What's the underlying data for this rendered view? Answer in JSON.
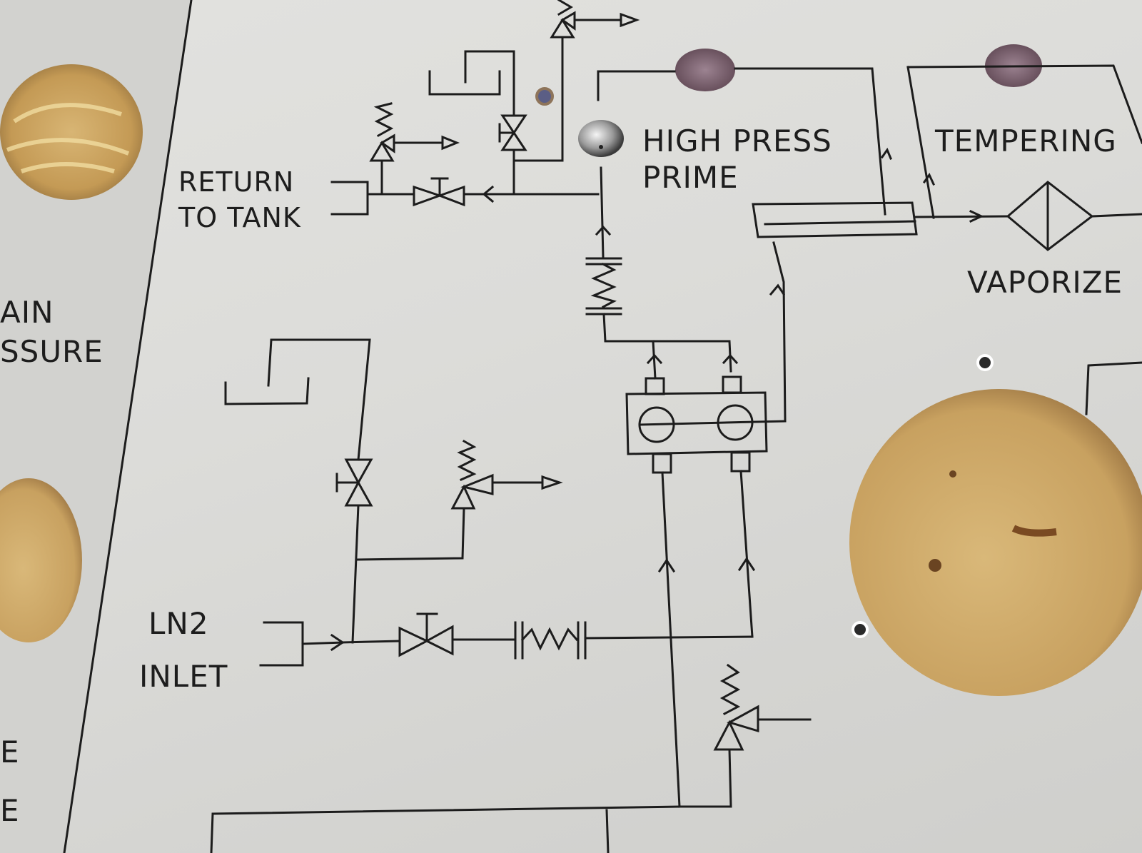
{
  "labels": {
    "return_line1": "RETURN",
    "return_line2": "TO  TANK",
    "high_press_line1": "HIGH  PRESS",
    "high_press_line2": "PRIME",
    "tempering": "TEMPERING",
    "vaporizer": "VAPORIZE",
    "main_line1": "AIN",
    "main_line2": "SSURE",
    "ln2_line1": "LN2",
    "ln2_line2": "INLET",
    "edge_e1": "E",
    "edge_e2": "E"
  },
  "colors": {
    "panel": "#dcdcd9",
    "line": "#1c1c1c",
    "wood": "#c9a35f",
    "hole_purple": "#8a6f7c"
  }
}
